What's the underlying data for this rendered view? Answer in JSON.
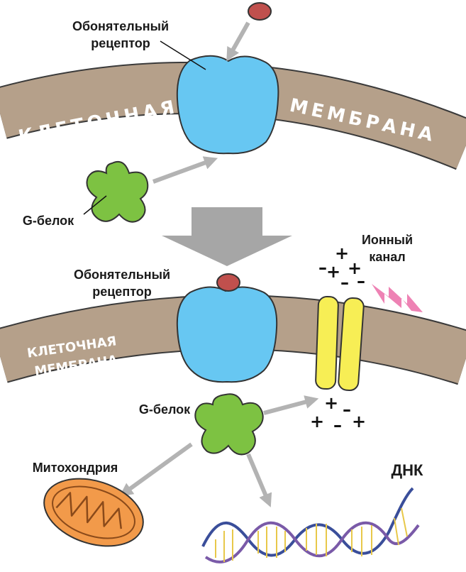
{
  "top_panel": {
    "receptor_label": [
      "Обонятельный",
      "рецептор"
    ],
    "membrane_left": "КЛЕТОЧНАЯ",
    "membrane_right": "МЕМБРАНА",
    "gprotein_label": "G-белок"
  },
  "bottom_panel": {
    "receptor_label": [
      "Обонятельный",
      "рецептор"
    ],
    "membrane_label": [
      "КЛЕТОЧНАЯ",
      "МЕМБРАНА"
    ],
    "ion_channel_label": [
      "Ионный",
      "канал"
    ],
    "gprotein_label": "G-белок",
    "mitochondria_label": "Митохондрия",
    "dna_label": "ДНК",
    "charges_above": [
      "–",
      "+",
      "+",
      "+",
      "–",
      "–"
    ],
    "charges_below": [
      "+",
      "–",
      "+",
      "–",
      "+"
    ]
  },
  "colors": {
    "membrane": "#b5a08a",
    "receptor": "#67c7f2",
    "odorant": "#c0504d",
    "g_protein": "#7dc242",
    "channel": "#f7ee55",
    "arrow": "#b3b3b3",
    "big_arrow": "#a6a6a6",
    "lightning": "#ee82b4",
    "mitochondria": "#f29a4a"
  }
}
